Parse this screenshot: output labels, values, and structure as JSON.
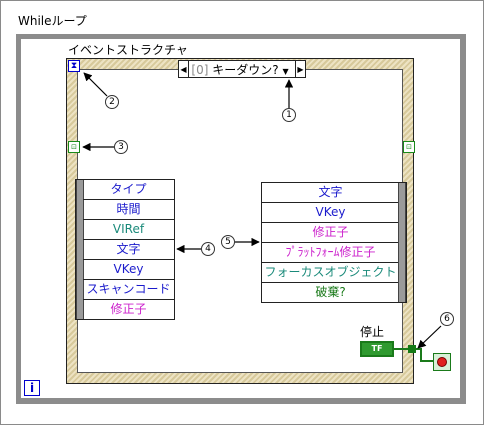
{
  "while_loop": {
    "label": "Whileループ",
    "iteration_terminal": "i"
  },
  "event_structure": {
    "label": "イベントストラクチャ",
    "selector": {
      "index": "[0]",
      "case": "キーダウン?"
    }
  },
  "left_node": {
    "items": [
      {
        "text": "タイプ",
        "color": "#1a1acc"
      },
      {
        "text": "時間",
        "color": "#1a1acc"
      },
      {
        "text": "VIRef",
        "color": "#1a8a7a"
      },
      {
        "text": "文字",
        "color": "#1a1acc"
      },
      {
        "text": "VKey",
        "color": "#1a1acc"
      },
      {
        "text": "スキャンコード",
        "color": "#1a1acc"
      },
      {
        "text": "修正子",
        "color": "#cc22cc"
      }
    ]
  },
  "right_node": {
    "items": [
      {
        "text": "文字",
        "color": "#1a1acc"
      },
      {
        "text": "VKey",
        "color": "#1a1acc"
      },
      {
        "text": "修正子",
        "color": "#cc22cc"
      },
      {
        "text": "ﾌﾟﾗｯﾄﾌｫｰﾑ修正子",
        "color": "#cc22cc"
      },
      {
        "text": "フォーカスオブジェクト",
        "color": "#1a8a7a"
      },
      {
        "text": "破棄?",
        "color": "#1a7a1a"
      }
    ]
  },
  "callouts": [
    "1",
    "2",
    "3",
    "4",
    "5",
    "6"
  ],
  "stop": {
    "label": "停止",
    "constant": "TF"
  },
  "icons": {
    "timeout": "hourglass-icon",
    "ref": "event-ref-terminal-icon",
    "stop": "stop-condition-icon"
  }
}
